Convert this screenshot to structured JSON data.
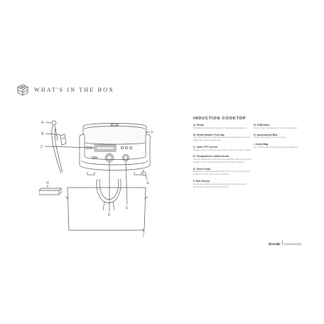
{
  "header": {
    "title": "WHAT'S IN THE BOX",
    "icon": "box-icon"
  },
  "illustration": {
    "device_screen_text": "",
    "callouts": [
      "A",
      "B",
      "C",
      "D",
      "E",
      "F",
      "G",
      "H",
      "I"
    ]
  },
  "section": {
    "title": "INDUCTION COOKTOP"
  },
  "components_left": [
    {
      "title": "A. Probe",
      "body": "Indicates the appliance based on ingredient temperature."
    },
    {
      "title": "B. Probe Holder / Pot Clip",
      "body": "Securely holds the temperature probe while allowing for easy attachment and repositioning."
    },
    {
      "title": "C. Color TFT screen",
      "body": "Displays current and set temperature with timer (when used)."
    },
    {
      "title": "D. Temperature Control Knob",
      "body": "Sets the appliance to precise temperatures. When using pans function, turn to adjust parameters and push to select."
    },
    {
      "title": "E. Timer Knob",
      "body": "Designed to select set count down and count up timers with advanced \"when timer ends\" functions."
    },
    {
      "title": "F. Pan Sensor",
      "body": "Measures surface temperature directly for high accuracy temperature control and fast recovery."
    }
  ],
  "components_right": [
    {
      "title": "G. USB Drive",
      "body": "Save 2 Unit programs from one unit to another."
    },
    {
      "title": "H. Accessories Box",
      "body": "Stores accessory when not in use."
    },
    {
      "title": "I. Carry Bag",
      "body": "For safe storage and transport of the appliance."
    }
  ],
  "brand": {
    "name": "Breville",
    "sub": "Commercial"
  },
  "colors": {
    "line": "#555555",
    "text": "#333333",
    "muted": "#888888"
  }
}
